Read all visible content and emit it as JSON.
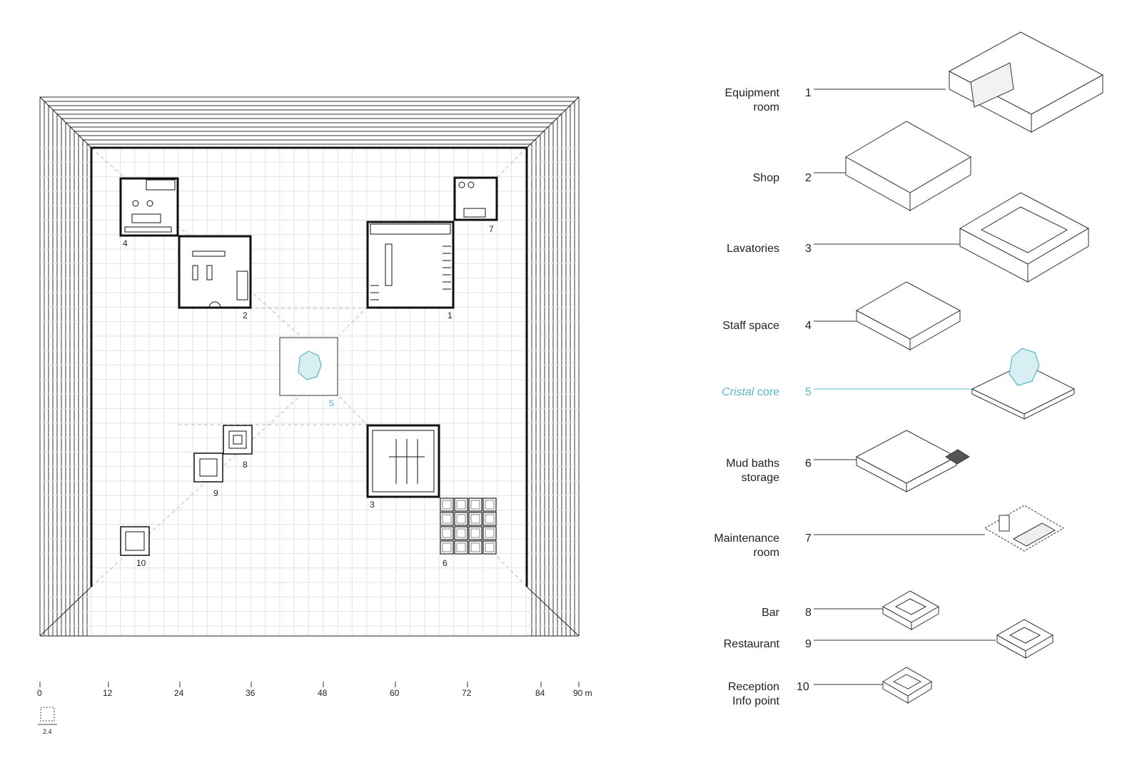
{
  "legend": {
    "items": [
      {
        "num": "1",
        "name": "Equipment\nroom"
      },
      {
        "num": "2",
        "name": "Shop"
      },
      {
        "num": "3",
        "name": "Lavatories"
      },
      {
        "num": "4",
        "name": "Staff space"
      },
      {
        "num": "5",
        "name_italic": "Cristal",
        "name_rest": " core",
        "highlight": true
      },
      {
        "num": "6",
        "name": "Mud baths\nstorage"
      },
      {
        "num": "7",
        "name": "Maintenance\nroom"
      },
      {
        "num": "8",
        "name": "Bar"
      },
      {
        "num": "9",
        "name": "Restaurant"
      },
      {
        "num": "10",
        "name": "Reception\nInfo point"
      }
    ]
  },
  "plan_labels": {
    "n1": "1",
    "n2": "2",
    "n3": "3",
    "n4": "4",
    "n5": "5",
    "n6": "6",
    "n7": "7",
    "n8": "8",
    "n9": "9",
    "n10": "10"
  },
  "scale": {
    "ticks": [
      "0",
      "12",
      "24",
      "36",
      "48",
      "60",
      "72",
      "84",
      "90 m"
    ],
    "module": "2.4"
  },
  "colors": {
    "accent": "#5bb8c4",
    "line": "#222222",
    "grid": "#dcdcdc"
  }
}
